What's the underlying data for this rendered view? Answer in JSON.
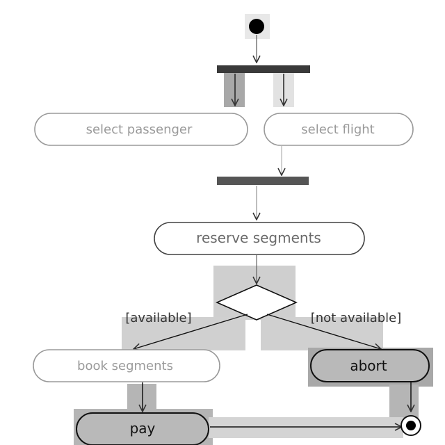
{
  "diagram": {
    "nodes": {
      "select_passenger": "select passenger",
      "select_flight": "select flight",
      "reserve_segments": "reserve segments",
      "book_segments": "book segments",
      "abort": "abort",
      "pay": "pay"
    },
    "guards": {
      "available": "[available]",
      "not_available": "[not available]"
    }
  },
  "colors": {
    "line": "#1a1a1a",
    "faint_line": "#9a9a9a",
    "bar": "#555555",
    "active_fill": "#b9b9b9",
    "highlight": "#d4d4d4",
    "highlight_dark": "#a8a8a8"
  }
}
